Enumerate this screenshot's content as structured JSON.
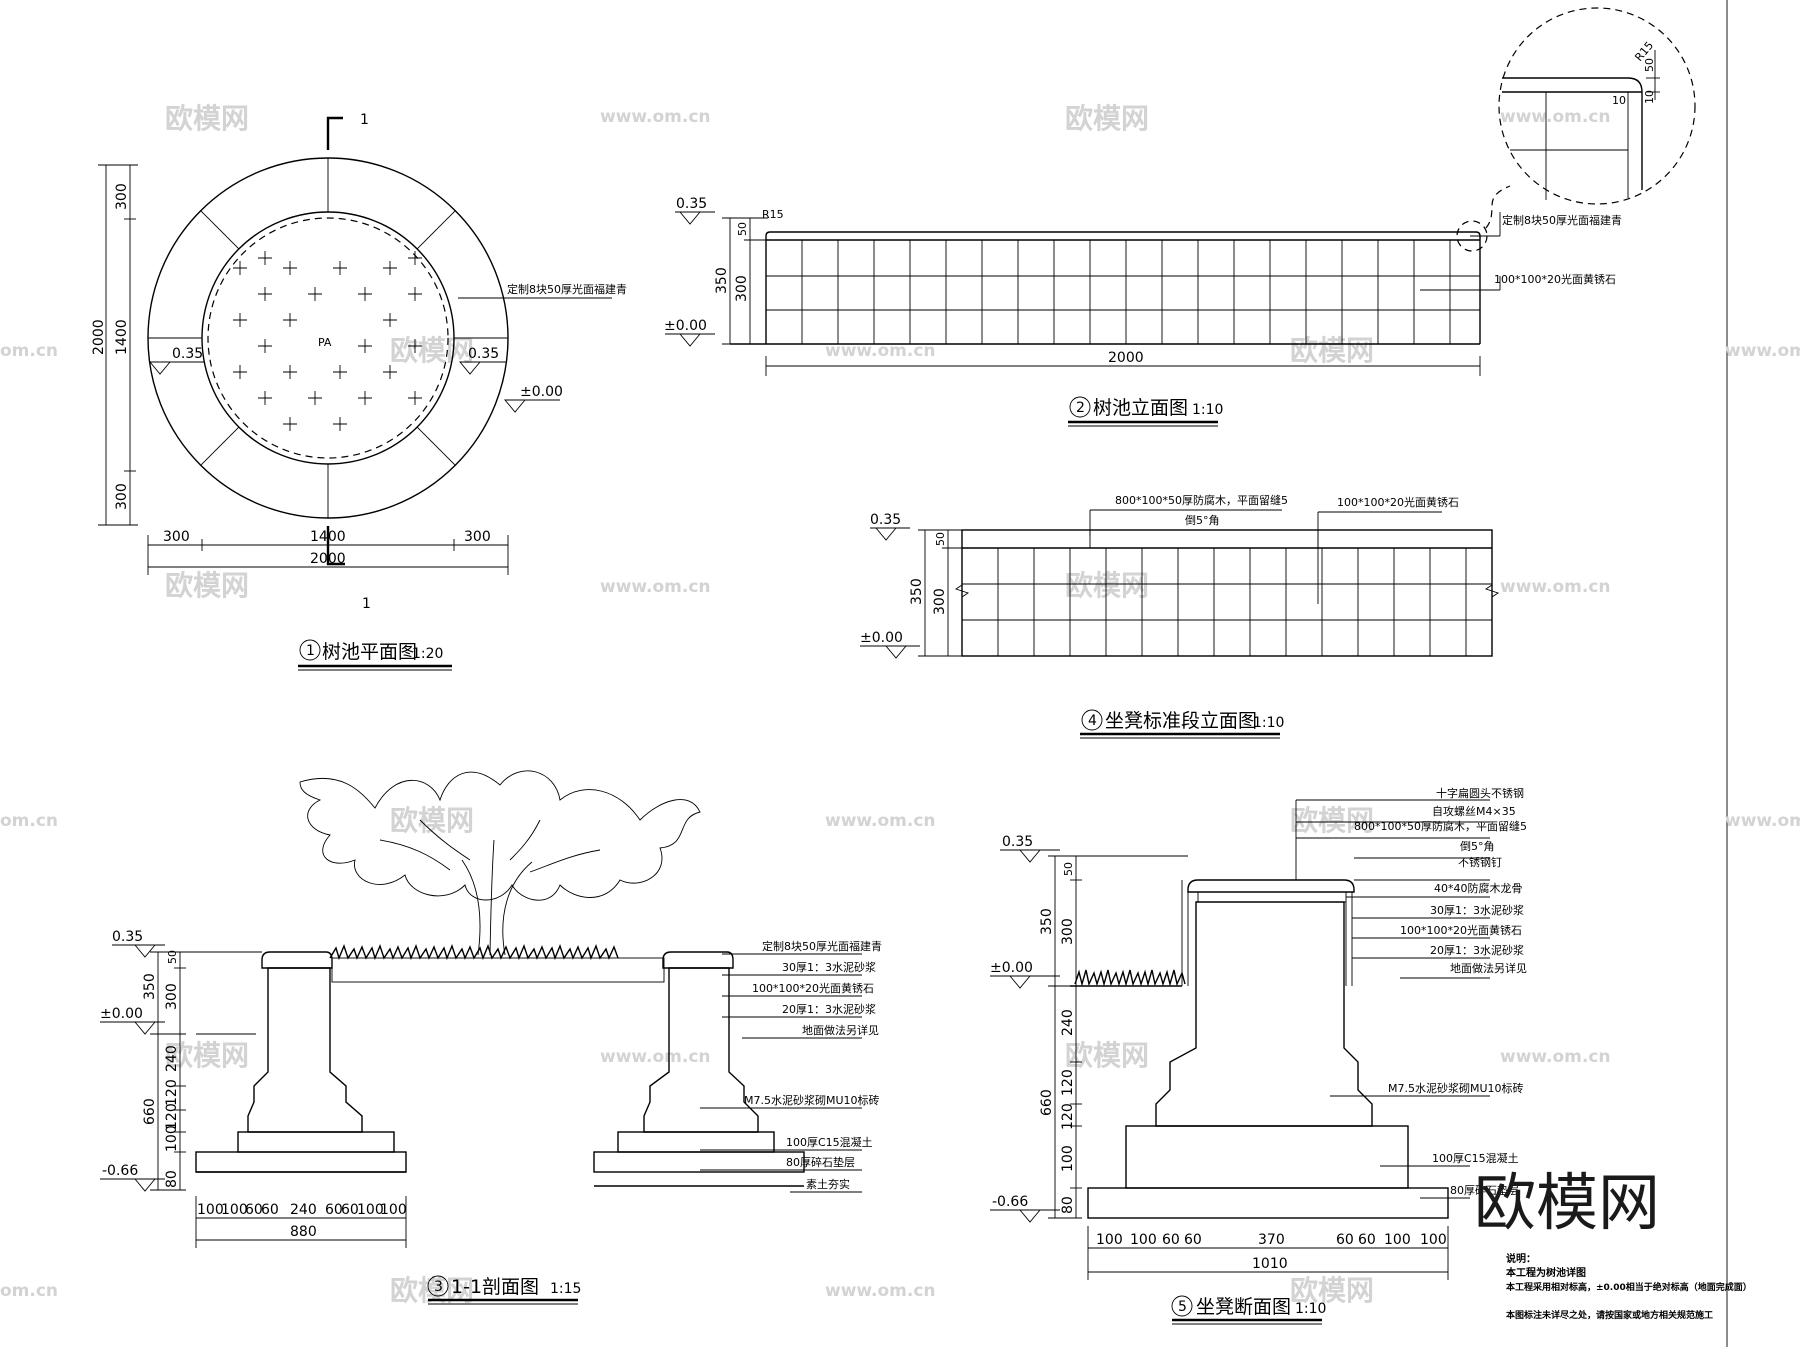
{
  "watermarks": {
    "brand": "欧模网",
    "url": "www.om.cn",
    "url_partial": "om.cn"
  },
  "plan": {
    "title": "树池平面图",
    "num": "1",
    "scale": "1:20",
    "section_mark": "1",
    "center_label": "PA",
    "callout": "定制8块50厚光面福建青",
    "elev_a": "0.35",
    "elev_b": "0.35",
    "elev_c": "±0.00",
    "dims_v": [
      "300",
      "1400",
      "300",
      "2000"
    ],
    "dims_h": [
      "300",
      "1400",
      "300",
      "2000"
    ]
  },
  "elev2": {
    "title": "树池立面图",
    "num": "2",
    "scale": "1:10",
    "elev_top": "0.35",
    "elev_base": "±0.00",
    "radius": "R15",
    "dims_v": [
      "50",
      "300",
      "350"
    ],
    "dim_length": "2000",
    "callout_top": "定制8块50厚光面福建青",
    "callout_tile": "100*100*20光面黄锈石",
    "detail": {
      "radius": "R15",
      "d1": "50",
      "d2": "10",
      "d3": "10"
    }
  },
  "section3": {
    "title": "1-1剖面图",
    "num": "3",
    "scale": "1:15",
    "elev_top": "0.35",
    "elev_zero": "±0.00",
    "elev_bottom": "-0.66",
    "dims_v": [
      "50",
      "300",
      "350",
      "240",
      "660",
      "120",
      "120",
      "100",
      "80"
    ],
    "dims_h": [
      "100",
      "100",
      "60",
      "60",
      "240",
      "60",
      "60",
      "100",
      "100"
    ],
    "dim_total": "880",
    "notes": [
      "定制8块50厚光面福建青",
      "30厚1：3水泥砂浆",
      "100*100*20光面黄锈石",
      "20厚1：3水泥砂浆",
      "地面做法另详见",
      "M7.5水泥砂浆砌MU10标砖",
      "100厚C15混凝土",
      "80厚碎石垫层",
      "素土夯实"
    ]
  },
  "elev4": {
    "title": "坐凳标准段立面图",
    "num": "4",
    "scale": "1:10",
    "elev_top": "0.35",
    "elev_base": "±0.00",
    "dims_v": [
      "50",
      "300",
      "350"
    ],
    "callout_wood": "800*100*50厚防腐木，平面留缝5",
    "callout_chamfer": "倒5°角",
    "callout_tile": "100*100*20光面黄锈石"
  },
  "section5": {
    "title": "坐凳断面图",
    "num": "5",
    "scale": "1:10",
    "elev_top": "0.35",
    "elev_zero": "±0.00",
    "elev_bottom": "-0.66",
    "dims_v": [
      "50",
      "300",
      "350",
      "240",
      "660",
      "120",
      "120",
      "100",
      "80"
    ],
    "dims_h": [
      "100",
      "100",
      "60",
      "60",
      "370",
      "60",
      "60",
      "100",
      "100"
    ],
    "dim_total": "1010",
    "notes": [
      "十字扁圆头不锈钢",
      "自攻螺丝M4×35",
      "800*100*50厚防腐木，平面留缝5",
      "倒5°角",
      "不锈钢钉",
      "40*40防腐木龙骨",
      "30厚1：3水泥砂浆",
      "100*100*20光面黄锈石",
      "20厚1：3水泥砂浆",
      "地面做法另详见",
      "M7.5水泥砂浆砌MU10标砖",
      "100厚C15混凝土",
      "80厚碎石垫层"
    ]
  },
  "legend": {
    "heading": "说明：",
    "lines": [
      "本工程为树池详图",
      "本工程采用相对标高，±0.00相当于绝对标高（地面完成面）",
      "本图标注未详尽之处，请按国家或地方相关规范施工"
    ]
  }
}
